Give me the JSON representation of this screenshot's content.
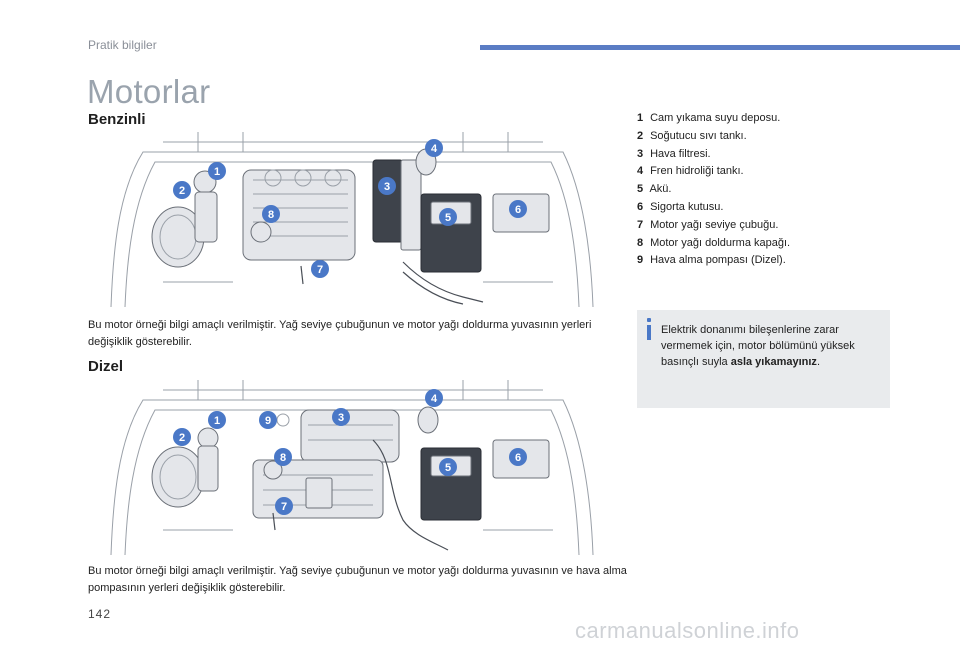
{
  "header": {
    "section": "Pratik bilgiler"
  },
  "title": "Motorlar",
  "petrol": {
    "heading": "Benzinli",
    "caption": "Bu motor örneği bilgi amaçlı verilmiştir. Yağ seviye çubuğunun ve motor yağı doldurma yuvasının yerleri değişiklik gösterebilir.",
    "badges": [
      "1",
      "2",
      "3",
      "4",
      "5",
      "6",
      "7",
      "8"
    ]
  },
  "diesel": {
    "heading": "Dizel",
    "caption": "Bu motor örneği bilgi amaçlı verilmiştir. Yağ seviye çubuğunun ve motor yağı doldurma yuvasının ve hava alma pompasının yerleri değişiklik gösterebilir.",
    "badges": [
      "1",
      "2",
      "3",
      "4",
      "5",
      "6",
      "7",
      "8",
      "9"
    ]
  },
  "legend": [
    {
      "num": "1",
      "text": "Cam yıkama suyu deposu."
    },
    {
      "num": "2",
      "text": "Soğutucu sıvı tankı."
    },
    {
      "num": "3",
      "text": "Hava filtresi."
    },
    {
      "num": "4",
      "text": "Fren hidroliği tankı."
    },
    {
      "num": "5",
      "text": "Akü."
    },
    {
      "num": "6",
      "text": "Sigorta kutusu."
    },
    {
      "num": "7",
      "text": "Motor yağı seviye çubuğu."
    },
    {
      "num": "8",
      "text": "Motor yağı doldurma kapağı."
    },
    {
      "num": "9",
      "text": "Hava alma pompası (Dizel)."
    }
  ],
  "info": {
    "text_before": "Elektrik donanımı bileşenlerine zarar vermemek için, motor bölümünü yüksek basınçlı suyla ",
    "text_bold": "asla yıkamayınız",
    "text_after": "."
  },
  "page_number": "142",
  "watermark": "carmanualsonline.info",
  "colors": {
    "accent": "#4a78c7",
    "title_gray": "#9aa3ad",
    "info_bg": "#e9ebed"
  }
}
